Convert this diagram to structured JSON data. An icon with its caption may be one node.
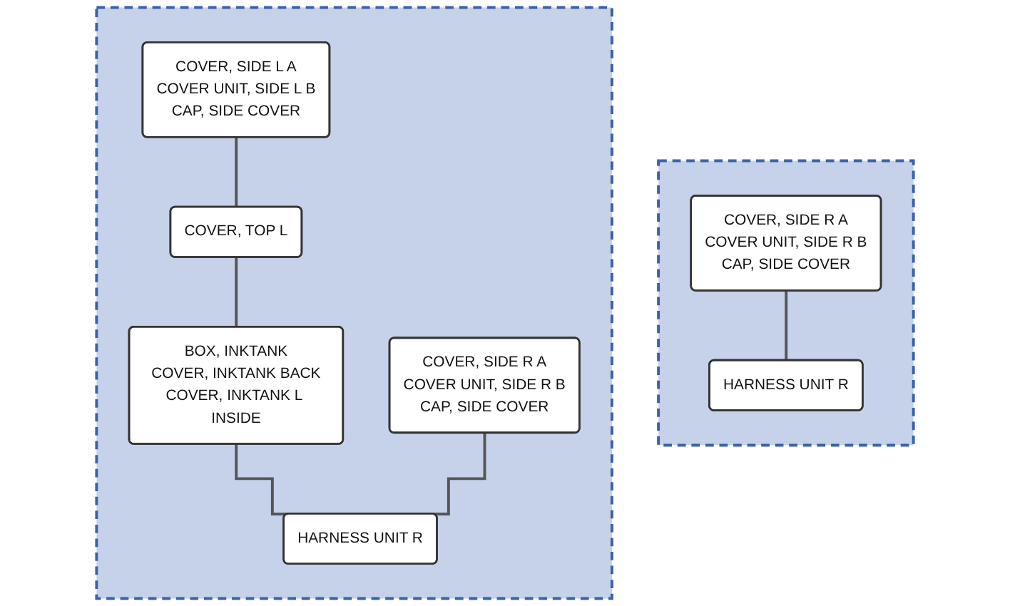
{
  "diagram": {
    "nodes": [
      {
        "text": [],
        "shape": "box"
      },
      {
        "text": [
          "COVER, SIDE R A",
          "COVER UNIT, SIDE R B",
          "CAP, SIDE COVER"
        ],
        "in": 0
      },
      {
        "text": [
          "HARNESS UNIT R"
        ],
        "in": 0
      },
      {
        "text": [],
        "shape": "box"
      },
      {
        "text": [
          "COVER, SIDE L A",
          "COVER UNIT, SIDE L B",
          "CAP, SIDE COVER"
        ],
        "in": 3
      },
      {
        "text": [
          "COVER, SIDE R A",
          "COVER UNIT, SIDE R B",
          "CAP, SIDE COVER"
        ],
        "in": 3
      },
      {
        "text": [
          "COVER, TOP L"
        ],
        "in": 3
      },
      {
        "text": [
          "BOX, INKTANK",
          "COVER, INKTANK BACK",
          "COVER, INKTANK L INSIDE"
        ],
        "in": 3
      },
      {
        "text": [
          "HARNESS UNIT R"
        ],
        "in": 3
      }
    ],
    "edges": [
      {
        "from": 1,
        "to": 2,
        "arrow": "none"
      },
      {
        "from": 4,
        "to": 6,
        "arrow": "none"
      },
      {
        "from": 6,
        "to": 7,
        "arrow": "none"
      },
      {
        "from": 7,
        "to": 8,
        "arrow": "none"
      },
      {
        "from": 5,
        "to": 8,
        "arrow": "none"
      }
    ]
  }
}
